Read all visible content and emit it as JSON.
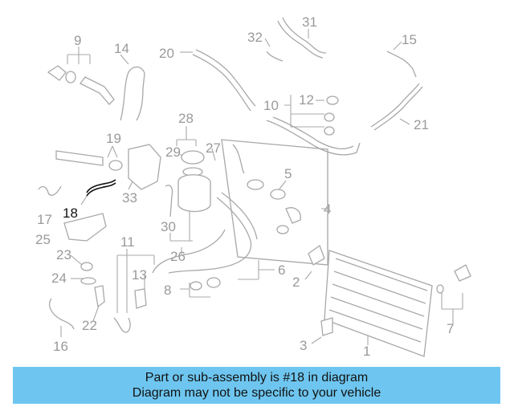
{
  "diagram": {
    "highlighted_part": "18",
    "callouts": [
      "1",
      "2",
      "3",
      "4",
      "5",
      "6",
      "7",
      "8",
      "9",
      "10",
      "11",
      "12",
      "13",
      "14",
      "15",
      "16",
      "17",
      "18",
      "19",
      "20",
      "21",
      "22",
      "23",
      "24",
      "25",
      "26",
      "27",
      "28",
      "29",
      "30",
      "31",
      "32",
      "33"
    ]
  },
  "banner": {
    "line1": "Part or sub-assembly is #18 in diagram",
    "line2": "Diagram may not be specific to your vehicle"
  },
  "colors": {
    "banner_bg": "#6ec6f0",
    "line_art": "#a8a8a8",
    "highlight": "#111111"
  }
}
